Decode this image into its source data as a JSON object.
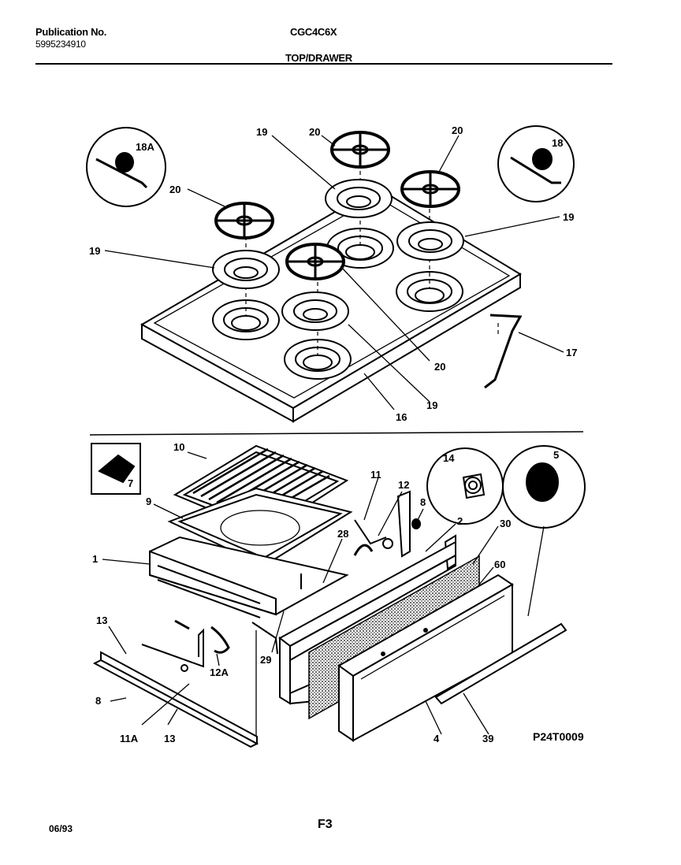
{
  "header": {
    "publication_label": "Publication No.",
    "publication_number": "5995234910",
    "model": "CGC4C6X",
    "section": "TOP/DRAWER"
  },
  "callouts": {
    "c18a": "18A",
    "c18": "18",
    "c20_a": "20",
    "c20_b": "20",
    "c20_c": "20",
    "c20_d": "20",
    "c19_a": "19",
    "c19_b": "19",
    "c19_c": "19",
    "c19_d": "19",
    "c17": "17",
    "c16": "16",
    "c10": "10",
    "c9": "9",
    "c1": "1",
    "c7": "7",
    "c11": "11",
    "c12": "12",
    "c8_a": "8",
    "c14": "14",
    "c5": "5",
    "c2": "2",
    "c30": "30",
    "c60": "60",
    "c28": "28",
    "c29": "29",
    "c13_a": "13",
    "c12a": "12A",
    "c8_b": "8",
    "c11a": "11A",
    "c13_b": "13",
    "c4": "4",
    "c39": "39"
  },
  "figure_code": "P24T0009",
  "footer": {
    "date": "06/93",
    "page": "F3"
  }
}
